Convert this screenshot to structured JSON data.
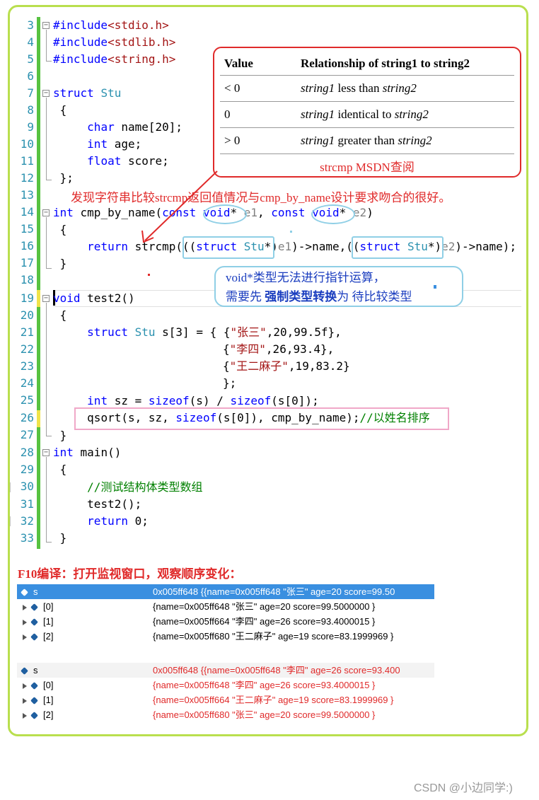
{
  "line_numbers": [
    "3",
    "4",
    "5",
    "6",
    "7",
    "8",
    "9",
    "10",
    "11",
    "12",
    "13",
    "14",
    "15",
    "16",
    "17",
    "18",
    "19",
    "20",
    "21",
    "22",
    "23",
    "24",
    "25",
    "26",
    "27",
    "28",
    "29",
    "30",
    "31",
    "32",
    "33"
  ],
  "code": {
    "inc1_kw": "#include",
    "inc1_file": "<stdio.h>",
    "inc2_kw": "#include",
    "inc2_file": "<stdlib.h>",
    "inc3_kw": "#include",
    "inc3_file": "<string.h>",
    "struct_kw": "struct",
    "struct_name": "Stu",
    "open_brace": "{",
    "char_kw": "char",
    "char_rest": " name[20];",
    "int_kw": "int",
    "int_rest": " age;",
    "float_kw": "float",
    "float_rest": " score;",
    "close_struct": "};",
    "l14_kw": "int",
    "l14_a": " cmp_by_name(",
    "l14_const1": "const",
    "l14_sp1": " ",
    "l14_void1": "void",
    "l14_star1": "*",
    "l14_e1": " e1",
    "l14_comma": ", ",
    "l14_const2": "const",
    "l14_sp2": " ",
    "l14_void2": "void",
    "l14_star2": "*",
    "l14_e2": " e2",
    "l14_close": ")",
    "l16_return": "return",
    "l16_a": " strcmp(((",
    "l16_struct1": "struct",
    "l16_sp1": " ",
    "l16_stu1": "Stu",
    "l16_b": "*)",
    "l16_e1": "e1",
    "l16_c": ")->name,((",
    "l16_struct2": "struct",
    "l16_sp2": " ",
    "l16_stu2": "Stu",
    "l16_d": "*)",
    "l16_e2": "e2",
    "l16_e": ")->name);",
    "close_brace": "}",
    "l19_kw": "void",
    "l19_rest": " test2()",
    "l21_struct": "struct",
    "l21_sp": " ",
    "l21_stu": "Stu",
    "l21_a": " s[3] = { {",
    "l21_str": "\"张三\"",
    "l21_b": ",20,99.5f},",
    "l22_a": "{",
    "l22_str": "\"李四\"",
    "l22_b": ",26,93.4},",
    "l23_a": "{",
    "l23_str": "\"王二麻子\"",
    "l23_b": ",19,83.2}",
    "l24": "};",
    "l25_int": "int",
    "l25_a": " sz = ",
    "l25_sizeof1": "sizeof",
    "l25_b": "(s) / ",
    "l25_sizeof2": "sizeof",
    "l25_c": "(s[0]);",
    "l26_a": "qsort(s, sz, ",
    "l26_sizeof": "sizeof",
    "l26_b": "(s[0]), cmp_by_name);",
    "l26_cm": "//以姓名排序",
    "l28_kw": "int",
    "l28_rest": " main()",
    "l30_cm": "//测试结构体类型数组",
    "l31": "test2();",
    "l32_kw": "return",
    "l32_rest": " 0;"
  },
  "msdn": {
    "col_value": "Value",
    "col_rel": "Relationship of string1 to string2",
    "rows": [
      {
        "value": "< 0",
        "s1": "string1",
        "text": " less than ",
        "s2": "string2"
      },
      {
        "value": "0",
        "s1": "string1",
        "text": " identical to ",
        "s2": "string2"
      },
      {
        "value": "> 0",
        "s1": "string1",
        "text": " greater than ",
        "s2": "string2"
      }
    ],
    "caption": "strcmp MSDN查阅"
  },
  "annotation_red": "发现字符串比较strcmp返回值情况与cmp_by_name设计要求吻合的很好。",
  "callout": {
    "line1": "void*类型无法进行指针运算，",
    "line2_a": "需要先 ",
    "line2_bold": "强制类型转换",
    "line2_b": "为 待比较类型"
  },
  "f10_note": "F10编译：打开监视窗口，观察顺序变化：",
  "watch_before": {
    "head_name": "s",
    "head_value": "0x005ff648 {{name=0x005ff648 \"张三\" age=20 score=99.50",
    "rows": [
      {
        "name": "[0]",
        "value": "{name=0x005ff648 \"张三\" age=20 score=99.5000000 }"
      },
      {
        "name": "[1]",
        "value": "{name=0x005ff664 \"李四\" age=26 score=93.4000015 }"
      },
      {
        "name": "[2]",
        "value": "{name=0x005ff680 \"王二麻子\" age=19 score=83.1999969 }"
      }
    ]
  },
  "watch_after": {
    "head_name": "s",
    "head_value": "0x005ff648 {{name=0x005ff648 \"李四\" age=26 score=93.400",
    "rows": [
      {
        "name": "[0]",
        "value": "{name=0x005ff648 \"李四\" age=26 score=93.4000015 }"
      },
      {
        "name": "[1]",
        "value": "{name=0x005ff664 \"王二麻子\" age=19 score=83.1999969 }"
      },
      {
        "name": "[2]",
        "value": "{name=0x005ff680 \"张三\" age=20 score=99.5000000 }"
      }
    ]
  },
  "watermark": "CSDN @小边同学:)"
}
